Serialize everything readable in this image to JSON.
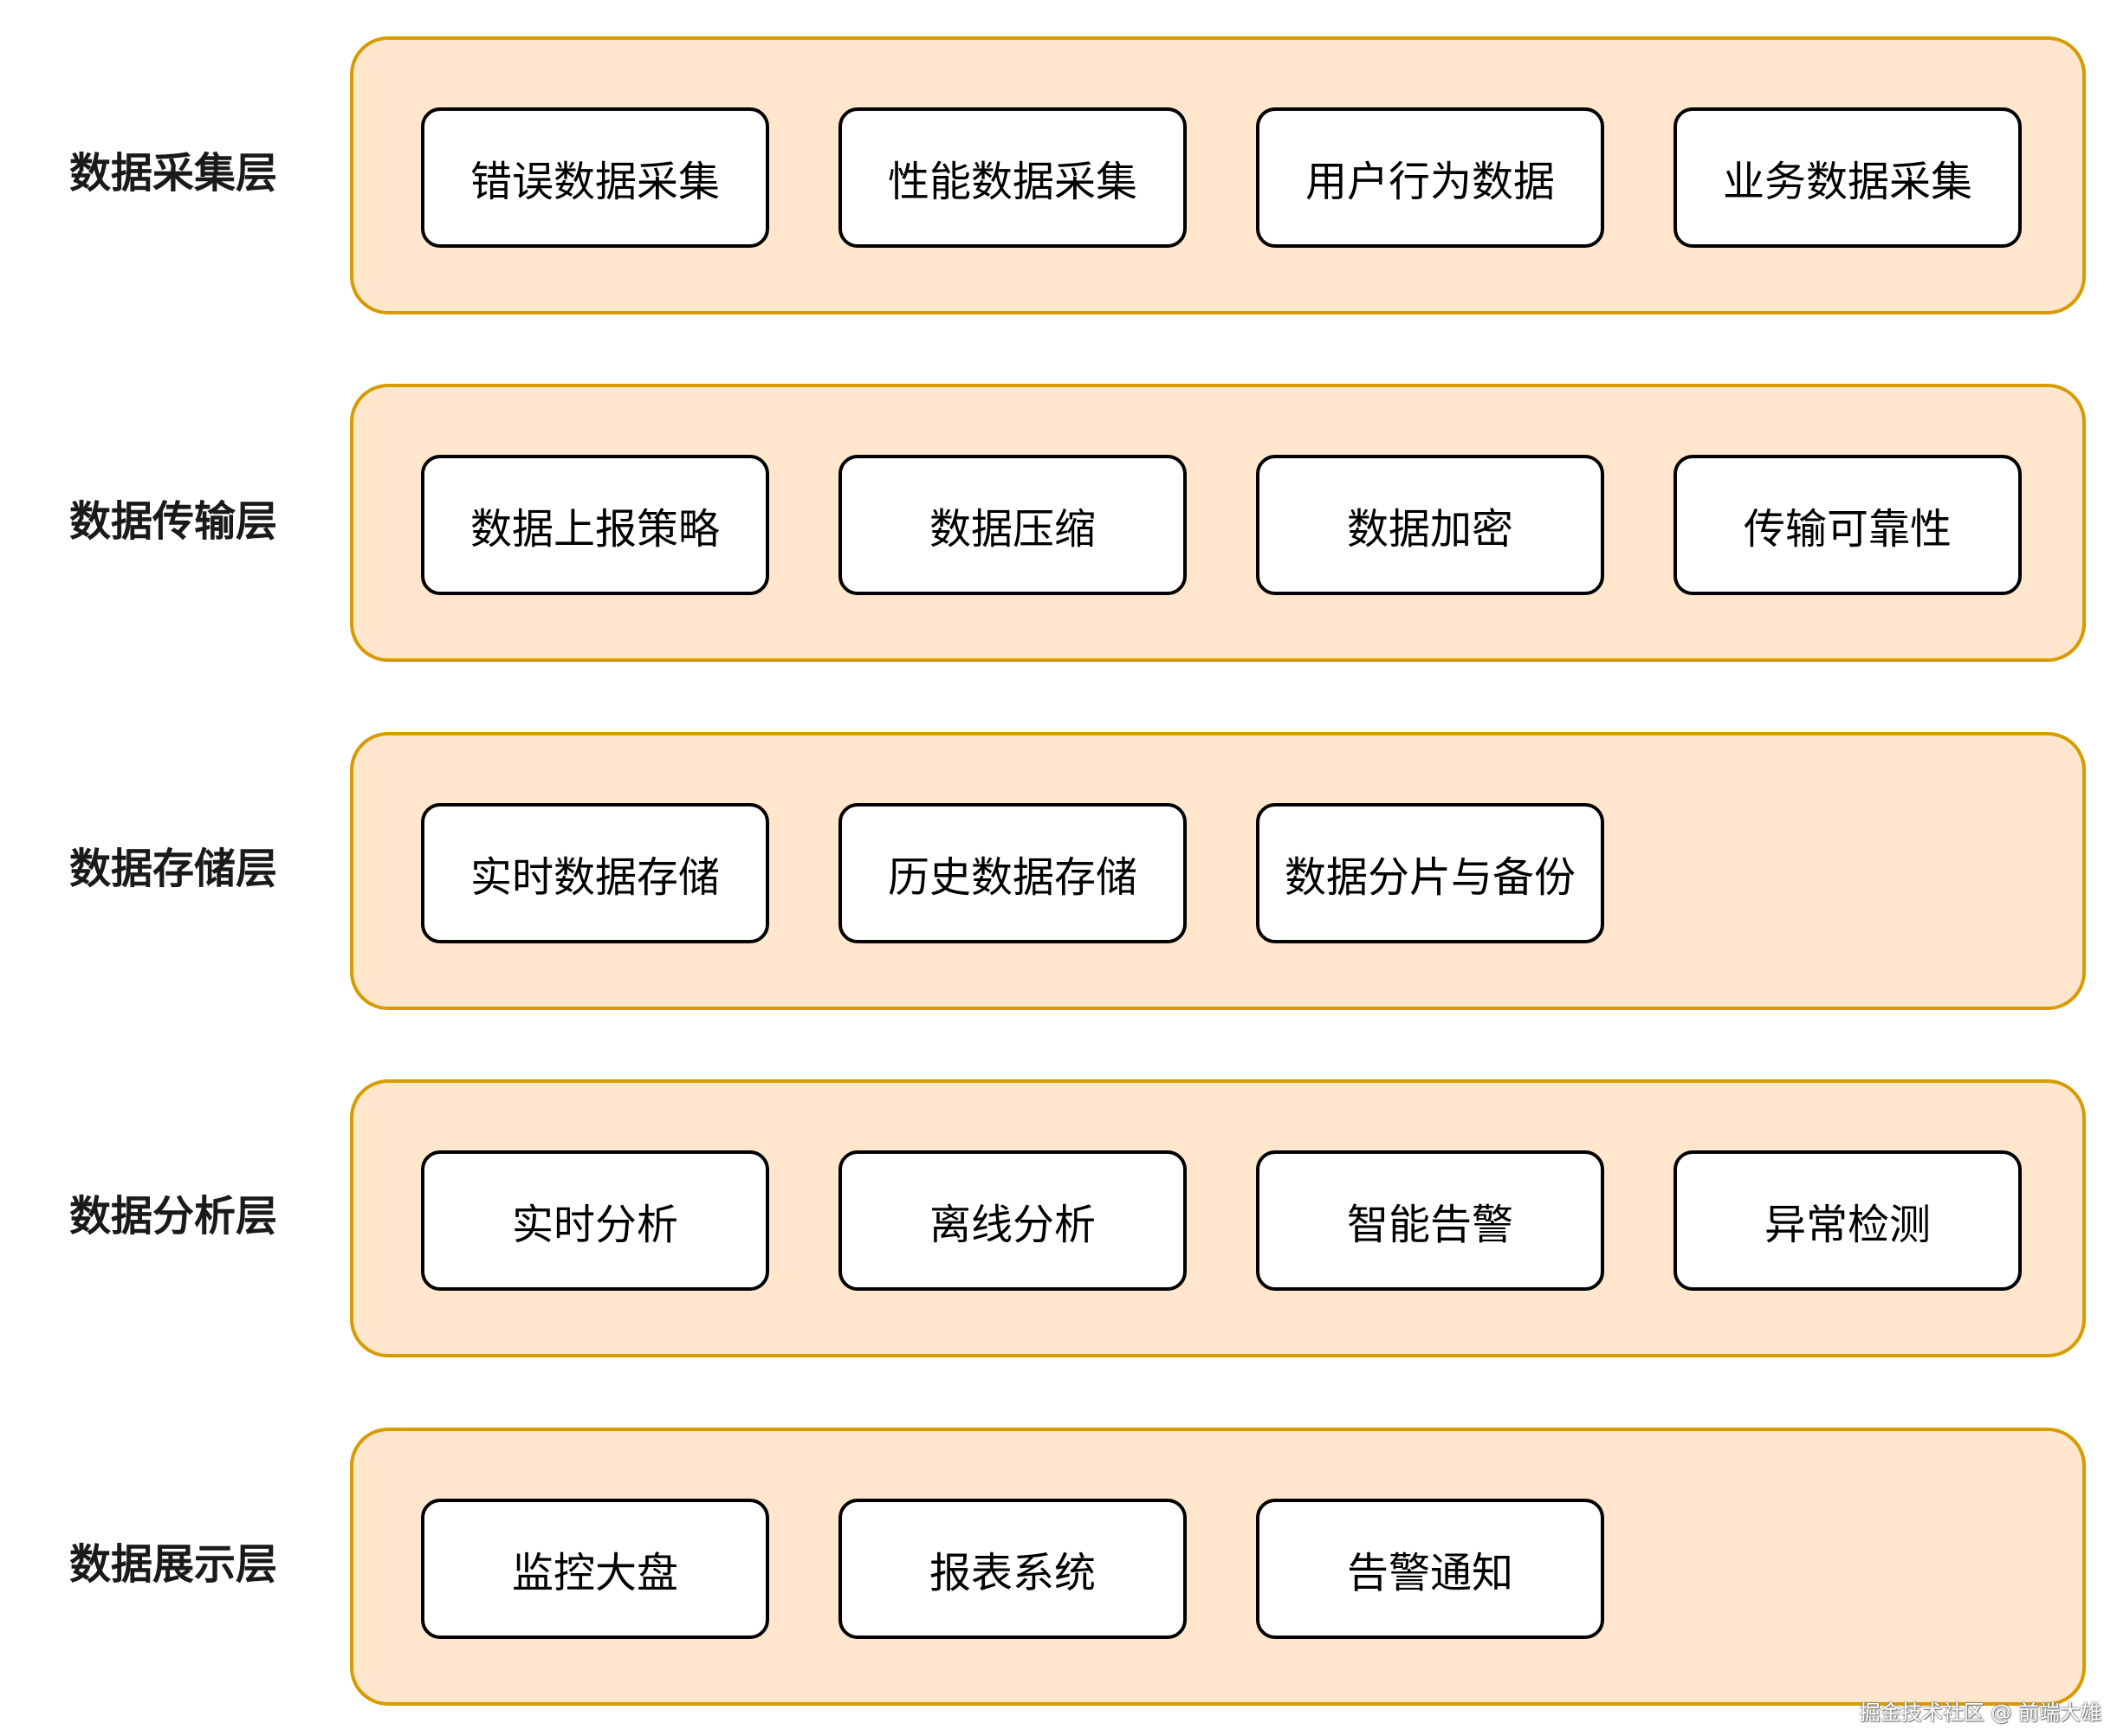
{
  "layers": [
    {
      "label": "数据采集层",
      "items": [
        "错误数据采集",
        "性能数据采集",
        "用户行为数据",
        "业务数据采集"
      ]
    },
    {
      "label": "数据传输层",
      "items": [
        "数据上报策略",
        "数据压缩",
        "数据加密",
        "传输可靠性"
      ]
    },
    {
      "label": "数据存储层",
      "items": [
        "实时数据存储",
        "历史数据存储",
        "数据分片与备份"
      ]
    },
    {
      "label": "数据分析层",
      "items": [
        "实时分析",
        "离线分析",
        "智能告警",
        "异常检测"
      ]
    },
    {
      "label": "数据展示层",
      "items": [
        "监控大盘",
        "报表系统",
        "告警通知"
      ]
    }
  ],
  "colors": {
    "panel_fill": "#ffe6cc",
    "panel_border": "#d79b00",
    "item_fill": "#ffffff",
    "item_border": "#000000"
  },
  "watermark": "掘金技术社区 @ 前端大雄"
}
